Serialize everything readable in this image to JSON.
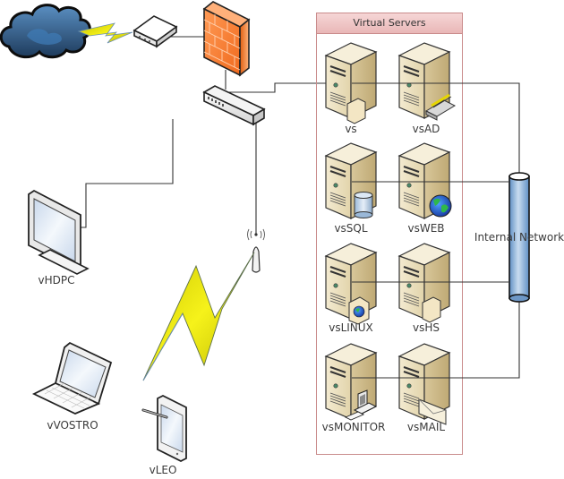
{
  "diagram": {
    "title": "Network Diagram",
    "group": {
      "label": "Virtual Servers"
    },
    "bus": {
      "label": "Internal Network"
    },
    "devices": {
      "cloud": {
        "icon": "cloud-icon"
      },
      "wan_link": {
        "icon": "lightning-icon"
      },
      "modem": {
        "icon": "modem-icon"
      },
      "firewall": {
        "icon": "firewall-icon"
      },
      "switch": {
        "icon": "switch-icon"
      },
      "access_point": {
        "icon": "wireless-access-point-icon"
      },
      "wireless_link": {
        "icon": "lightning-icon"
      },
      "vhdpc": {
        "label": "vHDPC",
        "icon": "monitor-icon"
      },
      "vvostro": {
        "label": "vVOSTRO",
        "icon": "laptop-icon"
      },
      "vleo": {
        "label": "vLEO",
        "icon": "tablet-icon"
      }
    },
    "servers": [
      {
        "label": "vs",
        "badge": "folder"
      },
      {
        "label": "vsAD",
        "badge": "directory"
      },
      {
        "label": "vsSQL",
        "badge": "database"
      },
      {
        "label": "vsWEB",
        "badge": "globe"
      },
      {
        "label": "vsLINUX",
        "badge": "folder-globe"
      },
      {
        "label": "vsHS",
        "badge": "folder"
      },
      {
        "label": "vsMONITOR",
        "badge": "computer"
      },
      {
        "label": "vsMAIL",
        "badge": "mail"
      }
    ],
    "colors": {
      "cloud": "#2c5a86",
      "firewall": "#f37a2c",
      "bolt": "#e8e400",
      "bus": "#8fb4dc",
      "server": "#e8dcb8",
      "group_border": "#c98b8b",
      "group_header": "#efc6c6"
    }
  }
}
